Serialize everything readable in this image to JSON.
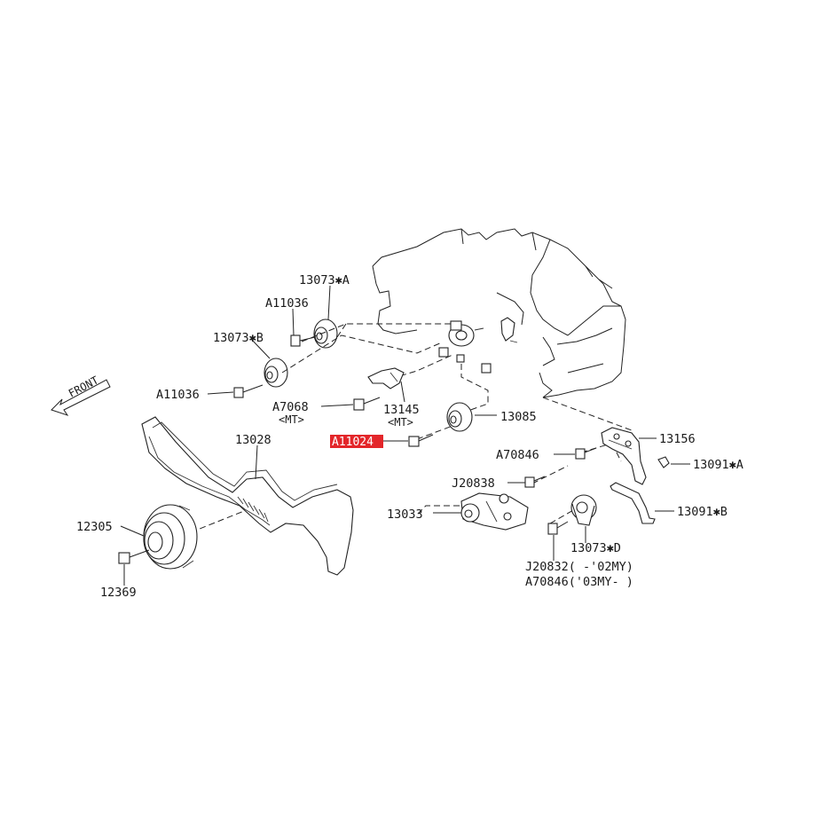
{
  "highlight_color": "#e3262a",
  "front_label": "FRONT",
  "labels": {
    "p13073a": "13073✱A",
    "a11036_top": "A11036",
    "p13073b": "13073✱B",
    "a11036_left": "A11036",
    "a7068": "A7068",
    "a7068_note": "<MT>",
    "p13145": "13145",
    "p13145_note": "<MT>",
    "p13085": "13085",
    "a11024": "A11024",
    "p13156": "13156",
    "a70846": "A70846",
    "p13091a": "13091✱A",
    "j20838": "J20838",
    "p13033": "13033",
    "p13091b": "13091✱B",
    "p13073d": "13073✱D",
    "j20832": "J20832(    -'02MY)",
    "a70846_b": "A70846('03MY-    )",
    "p13028": "13028",
    "p12305": "12305",
    "p12369": "12369"
  }
}
